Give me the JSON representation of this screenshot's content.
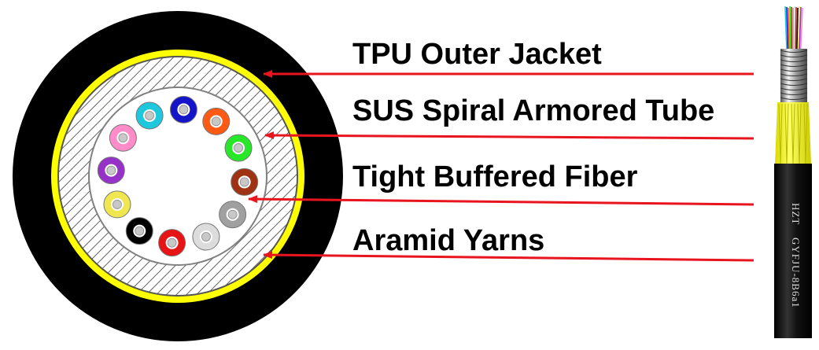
{
  "labels": {
    "tpu_outer_jacket": "TPU Outer Jacket",
    "sus_spiral_armored_tube": "SUS Spiral Armored Tube",
    "tight_buffered_fiber": "Tight Buffered Fiber",
    "aramid_yarns": "Aramid Yarns"
  },
  "cable_print": {
    "brand": "HZT",
    "model": "GYFJU-8B6a1"
  },
  "colors": {
    "outer_jacket": "#000000",
    "aramid_yarn": "#ffff00",
    "armor_background": "#ffffff",
    "armor_hatch": "#3a3a3a",
    "pointer_line": "#e8141e",
    "fiber_core": "#c8c8c8"
  },
  "fiber_colors": [
    {
      "name": "aqua",
      "color": "#1ec8dc"
    },
    {
      "name": "blue",
      "color": "#1414c8"
    },
    {
      "name": "orange",
      "color": "#ff5a14"
    },
    {
      "name": "green",
      "color": "#28e628"
    },
    {
      "name": "brown",
      "color": "#a03214"
    },
    {
      "name": "slate",
      "color": "#a0a0a0"
    },
    {
      "name": "white",
      "color": "#dcdcdc"
    },
    {
      "name": "red",
      "color": "#e61414"
    },
    {
      "name": "black",
      "color": "#000000"
    },
    {
      "name": "yellow",
      "color": "#f0e650"
    },
    {
      "name": "violet",
      "color": "#9632c8"
    },
    {
      "name": "rose",
      "color": "#ff8cc8"
    }
  ]
}
